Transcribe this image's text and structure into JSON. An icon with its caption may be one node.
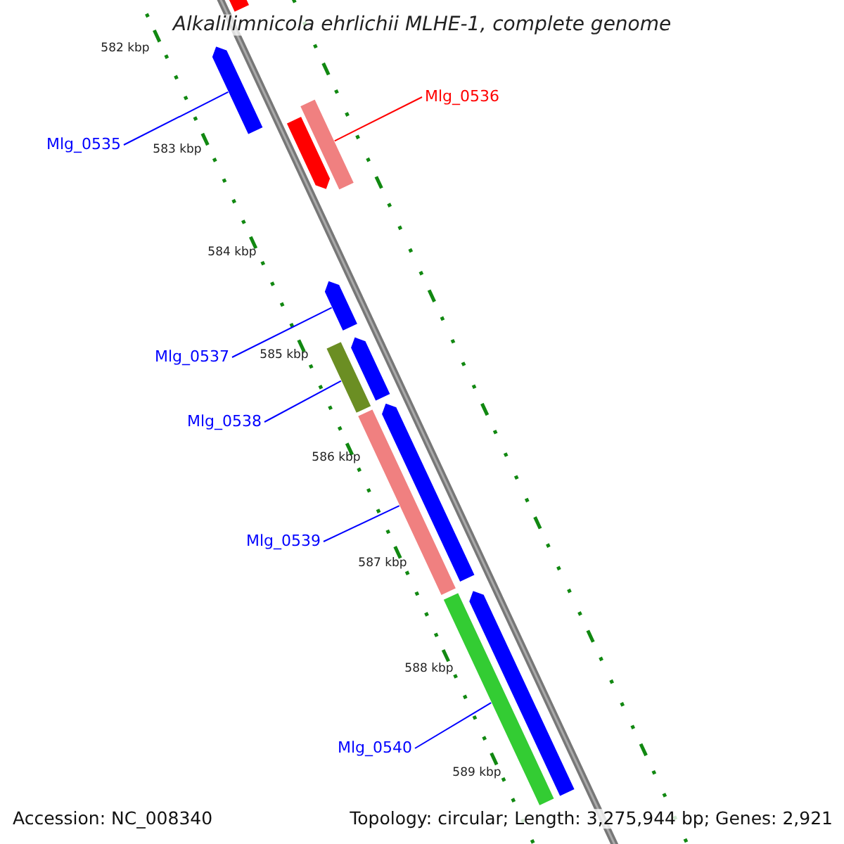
{
  "diagram": {
    "title": "Alkalilimnicola ehrlichii MLHE-1, complete genome",
    "nodes": [
      {
        "text": [
          "Mlg_0535"
        ]
      },
      {
        "text": [],
        "shape": "bar"
      },
      {
        "text": [
          "Mlg_0536"
        ]
      },
      {
        "text": [],
        "shape": "bar"
      },
      {
        "text": [
          "Mlg_0537"
        ]
      },
      {
        "text": [],
        "shape": "bar"
      },
      {
        "text": [
          "Mlg_0538"
        ]
      },
      {
        "text": [],
        "shape": "bar"
      },
      {
        "text": [
          "Mlg_0539"
        ]
      },
      {
        "text": [],
        "shape": "bar"
      },
      {
        "text": [
          "Mlg_0540"
        ]
      },
      {
        "text": [],
        "shape": "bar"
      }
    ],
    "edges": [
      {
        "from": 0,
        "to": 1,
        "arrow": "none"
      },
      {
        "from": 2,
        "to": 3,
        "arrow": "none",
        "color": "#ff0000"
      },
      {
        "from": 4,
        "to": 5,
        "arrow": "none"
      },
      {
        "from": 6,
        "to": 7,
        "arrow": "none"
      },
      {
        "from": 8,
        "to": 9,
        "arrow": "none"
      },
      {
        "from": 10,
        "to": 11,
        "arrow": "none"
      }
    ],
    "labels": [
      "582 kbp",
      "583 kbp",
      "584 kbp",
      "585 kbp",
      "586 kbp",
      "587 kbp",
      "588 kbp",
      "589 kbp",
      "Accession: NC_008340",
      "Topology: circular; Length: 3,275,944 bp; Genes: 2,921"
    ]
  }
}
